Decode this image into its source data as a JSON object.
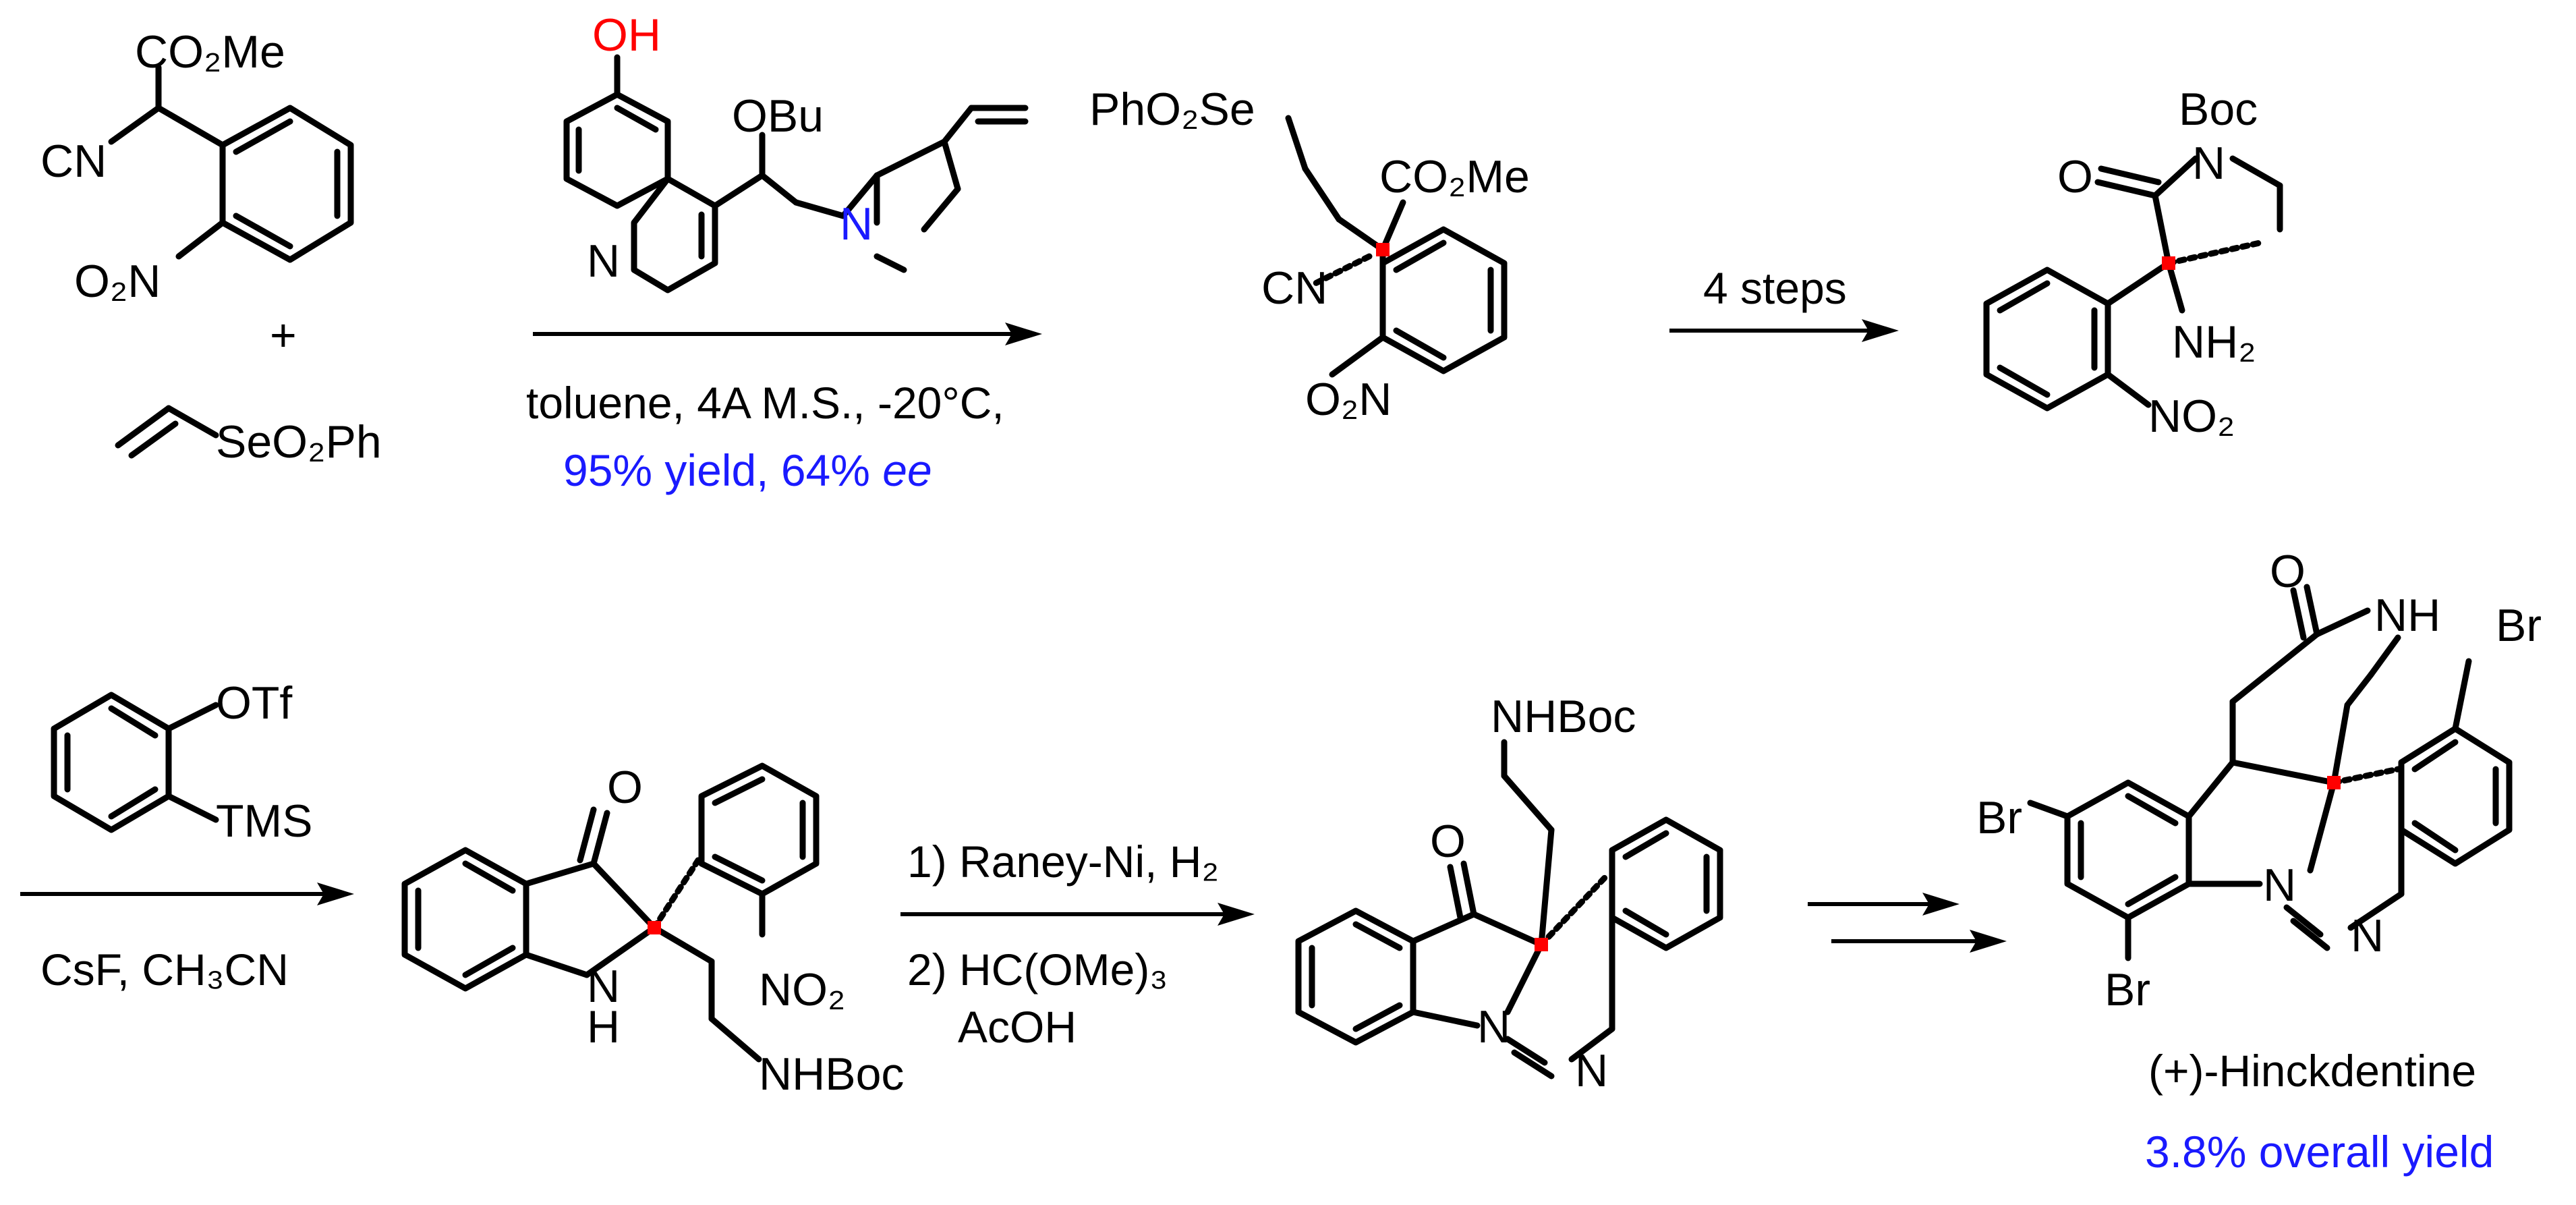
{
  "colors": {
    "yield": "#1a1aff",
    "hydroxyl": "#ff0000",
    "stereocenter": "#ff0000"
  },
  "row1": {
    "sm1": {
      "co2me": "CO₂Me",
      "cn": "CN",
      "no2": "O₂N"
    },
    "plus": "+",
    "sm2": {
      "seo2ph": "SeO₂Ph"
    },
    "catalyst": {
      "oh": "OH",
      "obu": "OBu",
      "n_quin": "N",
      "n_quinucl": "N"
    },
    "conditions": {
      "line1": "toluene, 4A M.S., -20°C,",
      "yield": "95% yield, 64% ",
      "ee": "ee"
    },
    "product": {
      "pho2se": "PhO₂Se",
      "co2me": "CO₂Me",
      "cn": "CN",
      "no2": "O₂N"
    },
    "step_label": "4 steps",
    "lactam": {
      "boc": "Boc",
      "n": "N",
      "o": "O",
      "nh2": "NH₂",
      "no2": "NO₂"
    }
  },
  "row2": {
    "reagent": {
      "otf": "OTf",
      "tms": "TMS"
    },
    "conditions1": "CsF, CH₃CN",
    "indolinone": {
      "o": "O",
      "n": "N",
      "h": "H",
      "no2": "NO₂",
      "nhboc": "NHBoc"
    },
    "conditions2": {
      "line1": "1) Raney-Ni, H₂",
      "line2": "2) HC(OMe)₃",
      "line3": "AcOH"
    },
    "cyclic": {
      "nhboc": "NHBoc",
      "o": "O",
      "n1": "N",
      "n2": "N"
    },
    "final": {
      "o": "O",
      "nh": "NH",
      "br1": "Br",
      "br2": "Br",
      "br3": "Br",
      "n1": "N",
      "n2": "N"
    },
    "final_name": "(+)-Hinckdentine",
    "final_yield": "3.8% overall yield"
  }
}
